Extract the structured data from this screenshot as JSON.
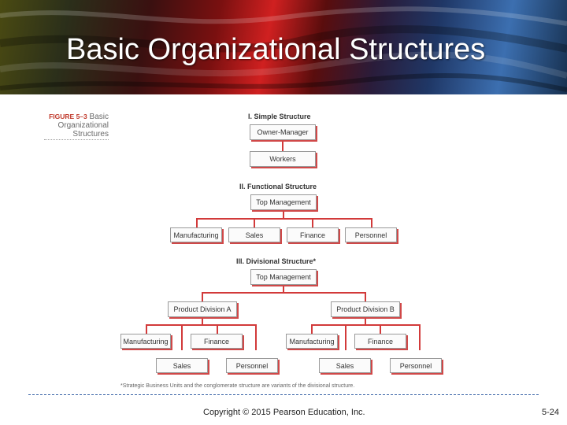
{
  "slide": {
    "title": "Basic Organizational Structures",
    "figure_number": "FIGURE 5–3",
    "figure_caption_line1": "Basic",
    "figure_caption_line2": "Organizational",
    "figure_caption_line3": "Structures"
  },
  "simple": {
    "heading": "I. Simple Structure",
    "owner": "Owner-Manager",
    "workers": "Workers"
  },
  "functional": {
    "heading": "II. Functional Structure",
    "top": "Top Management",
    "departments": [
      "Manufacturing",
      "Sales",
      "Finance",
      "Personnel"
    ]
  },
  "divisional": {
    "heading": "III. Divisional Structure*",
    "top": "Top Management",
    "division_a": "Product Division A",
    "division_b": "Product Division B",
    "a_units": [
      "Manufacturing",
      "Finance",
      "Sales",
      "Personnel"
    ],
    "b_units": [
      "Manufacturing",
      "Finance",
      "Sales",
      "Personnel"
    ]
  },
  "footnote": "*Strategic Business Units and the conglomerate structure are variants of the divisional structure.",
  "footer": {
    "copyright": "Copyright © 2015 Pearson Education, Inc.",
    "page_number": "5-24"
  },
  "colors": {
    "connector": "#d23a3a",
    "box_border": "#9a9a9a",
    "footer_rule": "#3d66a8"
  }
}
